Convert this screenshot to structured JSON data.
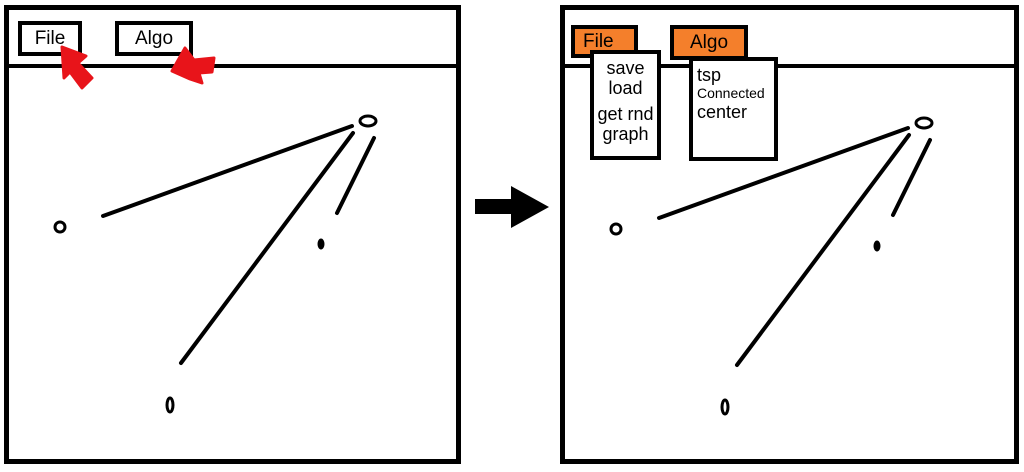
{
  "left_panel": {
    "menu": {
      "file_label": "File",
      "algo_label": "Algo"
    },
    "click_cursor_color": "#e8141a"
  },
  "arrow_icon": "right-arrow-icon",
  "right_panel": {
    "menu": {
      "file_label": "File",
      "algo_label": "Algo",
      "active_color": "#f47f2b"
    },
    "file_menu": {
      "items": [
        "save",
        "load",
        "get rnd",
        "graph"
      ]
    },
    "algo_menu": {
      "items": [
        "tsp",
        "Connected",
        "center"
      ]
    }
  }
}
